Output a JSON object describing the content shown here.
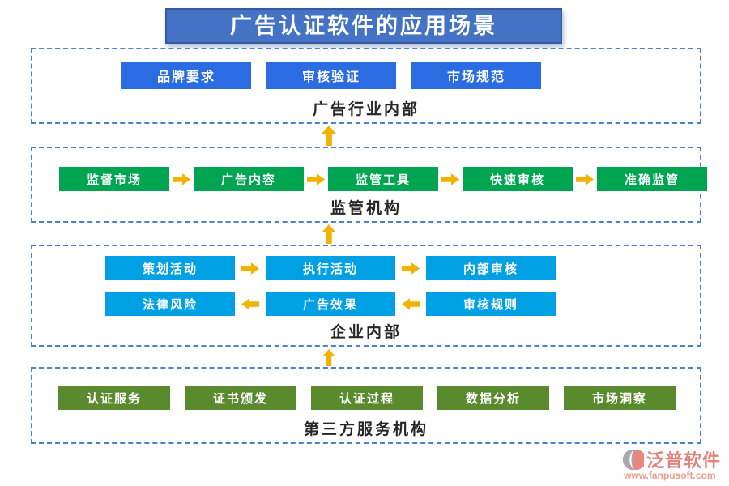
{
  "title": "广告认证软件的应用场景",
  "sections": [
    {
      "label": "广告行业内部",
      "rows": [
        {
          "buttons": [
            "品牌要求",
            "审核验证",
            "市场规范"
          ]
        }
      ]
    },
    {
      "label": "监管机构",
      "rows": [
        {
          "buttons": [
            "监督市场",
            "广告内容",
            "监管工具",
            "快速审核",
            "准确监管"
          ]
        }
      ]
    },
    {
      "label": "企业内部",
      "rows": [
        {
          "buttons": [
            "策划活动",
            "执行活动",
            "内部审核"
          ]
        },
        {
          "buttons": [
            "法律风险",
            "广告效果",
            "审核规则"
          ]
        }
      ]
    },
    {
      "label": "第三方服务机构",
      "rows": [
        {
          "buttons": [
            "认证服务",
            "证书颁发",
            "认证过程",
            "数据分析",
            "市场洞察"
          ]
        }
      ]
    }
  ],
  "footer": {
    "brand": "泛普软件",
    "url": "www.fanpusoft.com"
  },
  "colors": {
    "title_blue": "#4472c4",
    "title_border": "#35589e",
    "box_border": "#4c7fd0",
    "node_blue": "#2b6ce2",
    "node_green": "#00a552",
    "node_cyan": "#00a1e4",
    "node_olive": "#598a2d",
    "arrow_gold": "#f2b200",
    "label_dark": "#262626",
    "brand_salmon": "#e0837b",
    "brand_url": "#ee9c8e"
  }
}
